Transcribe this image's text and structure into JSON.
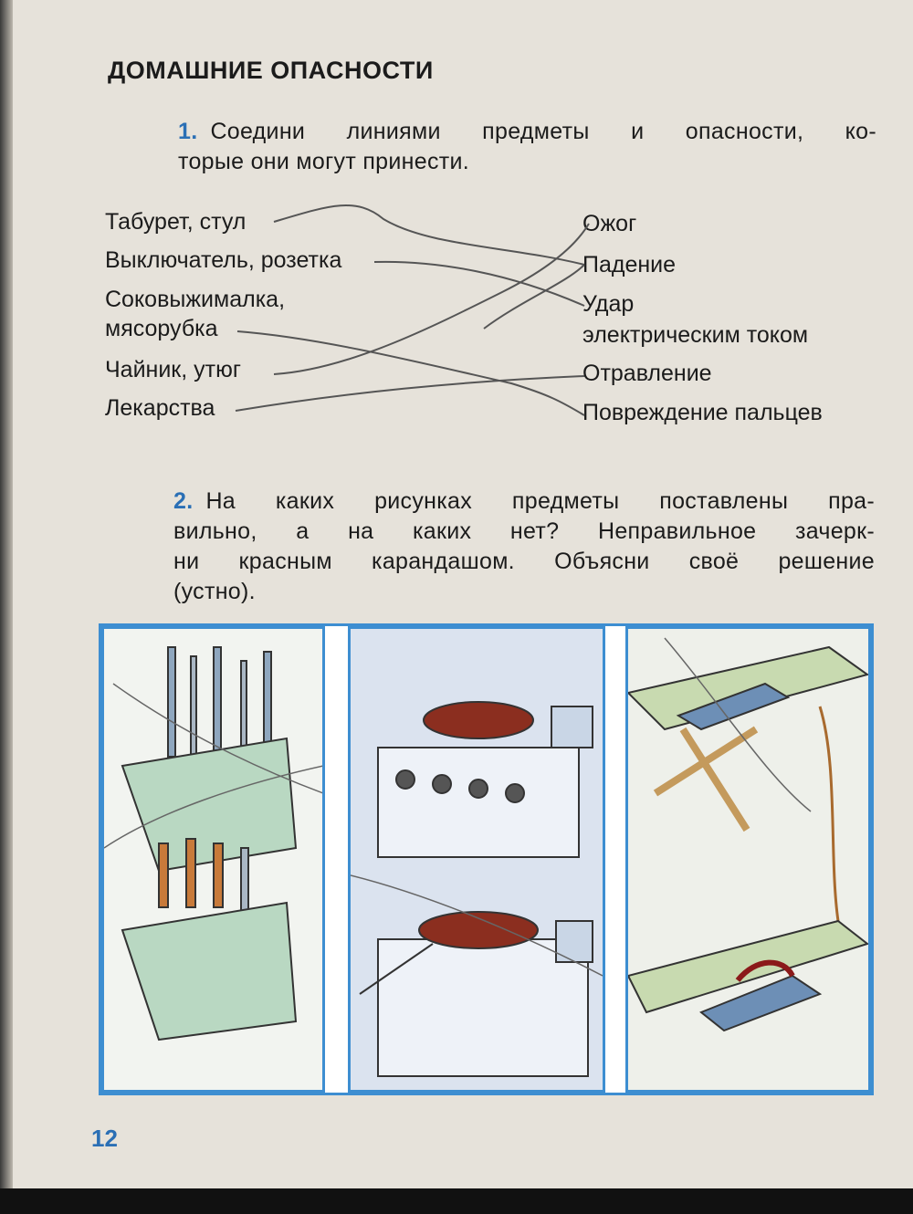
{
  "title": "ДОМАШНИЕ ОПАСНОСТИ",
  "task1": {
    "number": "1.",
    "text_line1": "Соедини линиями предметы и опасности, ко-",
    "text_line2": "торые они могут принести.",
    "items": [
      "Табурет, стул",
      "Выключатель, розетка",
      "Соковыжималка,",
      "мясорубка",
      "Чайник, утюг",
      "Лекарства"
    ],
    "dangers": [
      "Ожог",
      "Падение",
      "Удар",
      "электрическим током",
      "Отравление",
      "Повреждение пальцев"
    ]
  },
  "task2": {
    "number": "2.",
    "text_line1": "На каких рисунках предметы поставлены пра-",
    "text_line2": "вильно, а на каких нет? Неправильное зачерк-",
    "text_line3": "ни красным карандашом. Объясни своё решение",
    "text_line4": "(устно)."
  },
  "page_number": "12",
  "colors": {
    "accent": "#2a6fb5",
    "frame": "#3d8ed1",
    "pencil": "#555555"
  }
}
